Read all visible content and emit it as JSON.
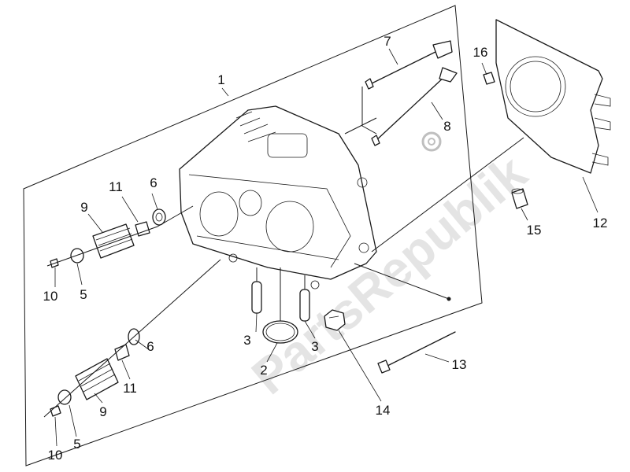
{
  "colors": {
    "line": "#1a1a1a",
    "watermark": "#cfcfcf",
    "background": "#ffffff"
  },
  "watermark": {
    "text": "PartsRepublik"
  },
  "callouts": [
    {
      "text": "1"
    },
    {
      "text": "7"
    },
    {
      "text": "16"
    },
    {
      "text": "8"
    },
    {
      "text": "11"
    },
    {
      "text": "6"
    },
    {
      "text": "9"
    },
    {
      "text": "12"
    },
    {
      "text": "15"
    },
    {
      "text": "10"
    },
    {
      "text": "5"
    },
    {
      "text": "3"
    },
    {
      "text": "3"
    },
    {
      "text": "2"
    },
    {
      "text": "6"
    },
    {
      "text": "11"
    },
    {
      "text": "13"
    },
    {
      "text": "9"
    },
    {
      "text": "14"
    },
    {
      "text": "10"
    },
    {
      "text": "5"
    }
  ]
}
